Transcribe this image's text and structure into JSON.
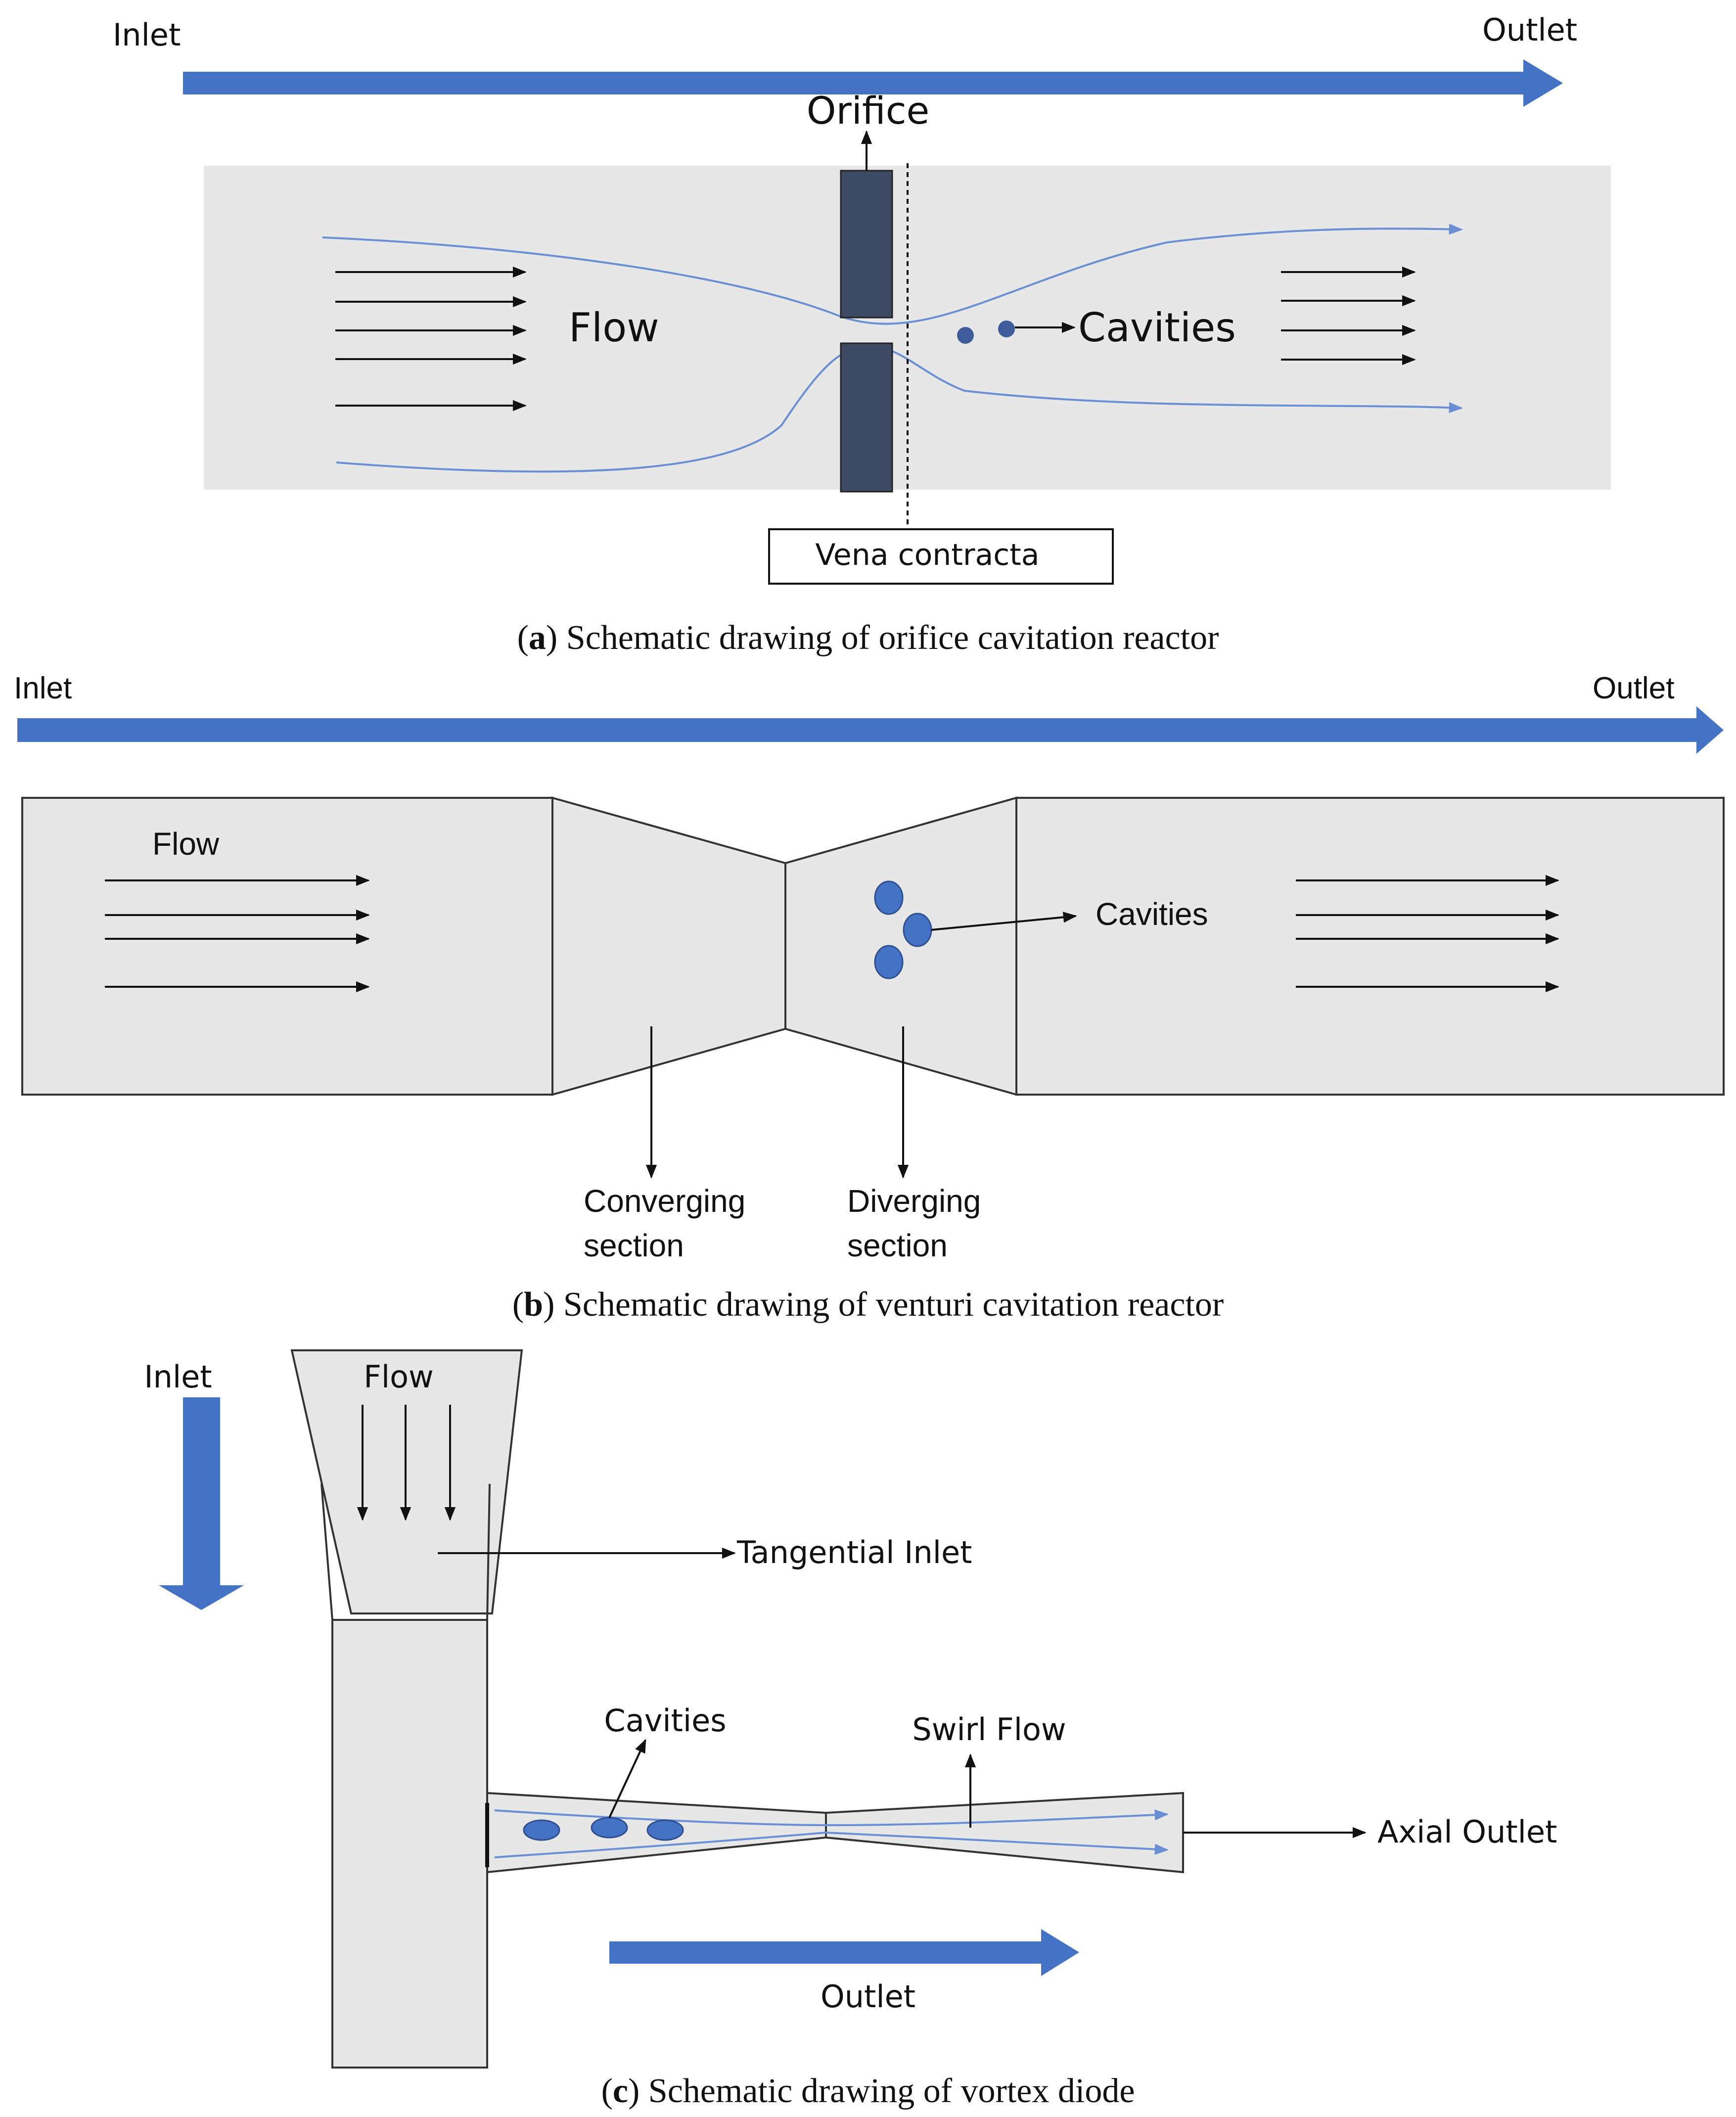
{
  "colors": {
    "big_arrow": "#4472C4",
    "panel_fill": "#E7E7E7",
    "streamline": "#6A8FD4",
    "orifice_plate": "#3E4A63",
    "cavity": "#4472C4",
    "line": "#111111"
  },
  "panel_a": {
    "inlet": "Inlet",
    "outlet": "Outlet",
    "orifice": "Orifice",
    "flow": "Flow",
    "cavities": "Cavities",
    "vena_contracta": "Vena contracta",
    "caption_letter": "a",
    "caption_text": " Schematic drawing of orifice cavitation reactor"
  },
  "panel_b": {
    "inlet": "Inlet",
    "outlet": "Outlet",
    "flow": "Flow",
    "cavities": "Cavities",
    "converging_line1": "Converging",
    "converging_line2": "section",
    "diverging_line1": "Diverging",
    "diverging_line2": "section",
    "caption_letter": "b",
    "caption_text": " Schematic drawing of venturi cavitation reactor"
  },
  "panel_c": {
    "inlet": "Inlet",
    "flow": "Flow",
    "tangential_inlet": "Tangential Inlet",
    "cavities": "Cavities",
    "swirl_flow": "Swirl Flow",
    "axial_outlet": "Axial Outlet",
    "outlet": "Outlet",
    "caption_letter": "c",
    "caption_text": " Schematic drawing of vortex diode"
  }
}
